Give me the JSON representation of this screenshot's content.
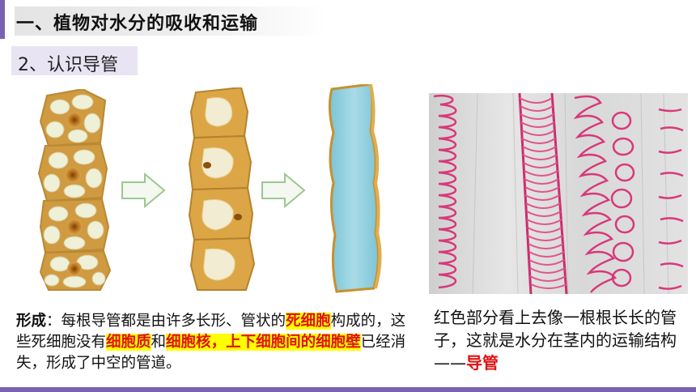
{
  "header": {
    "title": "一、植物对水分的吸收和运输"
  },
  "section": {
    "label": "2、认识导管"
  },
  "formation": {
    "term": "形成",
    "colon": "：",
    "t1": "每根导管都是由许多长形、管状的",
    "k1": "死细胞",
    "t2": "构成的，这些死细胞没有",
    "k2": "细胞质",
    "t3": "和",
    "k3": "细胞核",
    "comma": "，",
    "k4a": "上下",
    "k4b": "细胞间的细胞壁",
    "t4": "已经消失，形成了中空的管道。"
  },
  "description": {
    "text": "红色部分看上去像一根根长长的管子，这就是水分在茎内的运输结构——",
    "highlight": "导管"
  },
  "colors": {
    "accent": "#7b62b0",
    "keyword_red": "#e11010",
    "highlight_yellow": "#ffff00",
    "cell_tan": "#c8902e",
    "lumen_blue": "#8fcfdf",
    "vessel_pink": "#d8387a"
  }
}
